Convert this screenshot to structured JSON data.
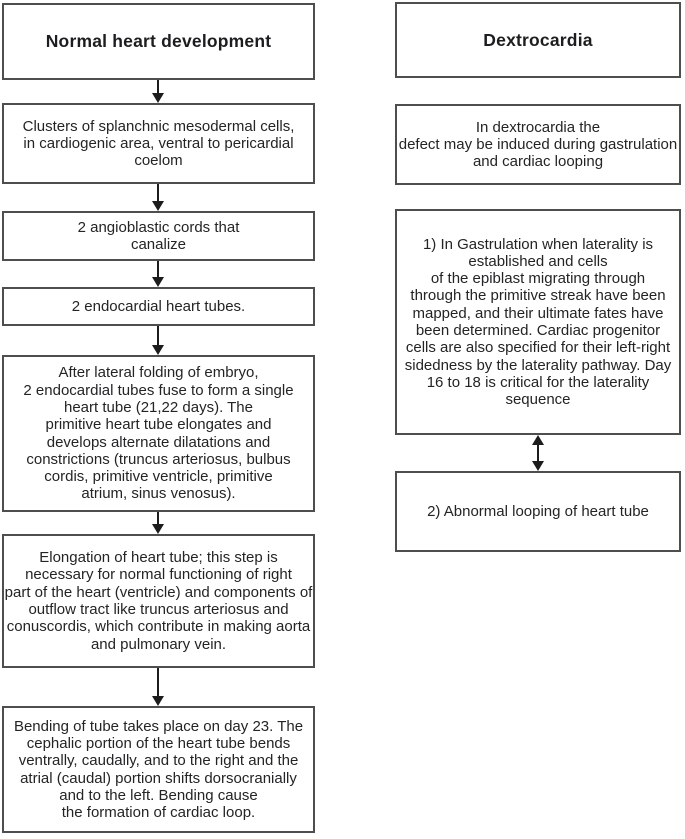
{
  "diagram": {
    "left_column": {
      "header": "Normal heart development",
      "boxes": [
        "Clusters of splanchnic mesodermal cells,\nin cardiogenic area, ventral to pericardial\ncoelom",
        "2 angioblastic cords that\ncanalize",
        "2 endocardial heart tubes.",
        "After lateral folding of embryo,\n2 endocardial tubes fuse to form a single\nheart tube (21,22 days). The\nprimitive heart tube elongates and\ndevelops alternate dilatations and\nconstrictions (truncus arteriosus, bulbus\ncordis, primitive ventricle, primitive\natrium, sinus venosus).",
        "Elongation of heart tube; this step is\nnecessary for normal functioning of right\npart of the heart (ventricle) and components of\noutflow tract like truncus arteriosus and\nconuscordis, which contribute in making aorta\nand pulmonary vein.",
        "Bending of tube takes place on day 23. The\ncephalic portion of the heart tube bends\nventrally, caudally, and to the right and the\natrial (caudal) portion shifts dorsocranially\nand to the left. Bending cause\nthe formation of cardiac loop."
      ]
    },
    "right_column": {
      "header": "Dextrocardia",
      "boxes": [
        "In dextrocardia the\ndefect may be induced during gastrulation\nand cardiac looping",
        "1) In Gastrulation when laterality is\nestablished and cells\nof the epiblast migrating through\nthrough the primitive streak have been\nmapped, and their ultimate fates have\nbeen determined. Cardiac progenitor\ncells are also specified for their left-right\nsidedness by the laterality pathway. Day\n16 to 18 is critical for the laterality\nsequence",
        "2) Abnormal looping of heart tube"
      ]
    },
    "colors": {
      "border": "#4d4e50",
      "arrow": "#1c1c1d",
      "text": "#242426",
      "background": "#ffffff"
    }
  }
}
